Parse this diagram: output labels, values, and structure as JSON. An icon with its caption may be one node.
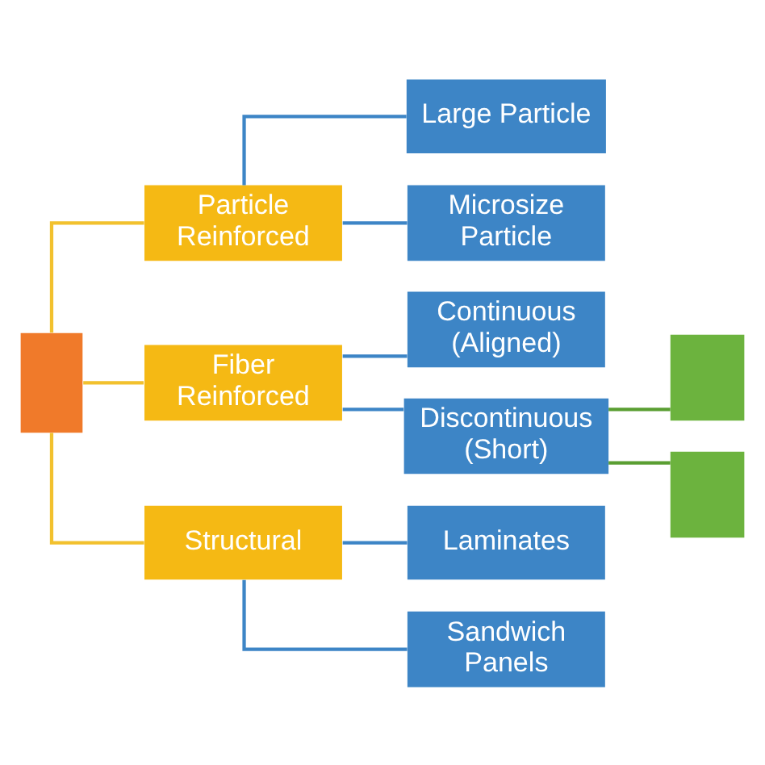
{
  "diagram": {
    "nodes": [
      {
        "text": [],
        "shape": "box"
      },
      {
        "text": [
          "Particle Reinforced"
        ]
      },
      {
        "text": [
          "Large Particle"
        ]
      },
      {
        "text": [
          "Microsize Particle"
        ]
      },
      {
        "text": [
          "Fiber Reinforced"
        ]
      },
      {
        "text": [
          "Continuous (Aligned)"
        ]
      },
      {
        "text": [
          "Discontinuous (Short)"
        ]
      },
      {
        "text": [],
        "shape": "box"
      },
      {
        "text": [],
        "shape": "box"
      },
      {
        "text": [
          "Structural"
        ]
      },
      {
        "text": [
          "Laminates"
        ]
      },
      {
        "text": [
          "Sandwich Panels"
        ]
      }
    ],
    "edges": [
      {
        "from": 0,
        "to": 1,
        "arrow": "none",
        "color": "#f2c12e"
      },
      {
        "from": 0,
        "to": 4,
        "arrow": "none",
        "color": "#f2c12e"
      },
      {
        "from": 0,
        "to": 9,
        "arrow": "none",
        "color": "#f2c12e"
      },
      {
        "from": 1,
        "to": 2,
        "arrow": "none"
      },
      {
        "from": 1,
        "to": 3,
        "arrow": "none"
      },
      {
        "from": 4,
        "to": 5,
        "arrow": "none"
      },
      {
        "from": 4,
        "to": 6,
        "arrow": "none"
      },
      {
        "from": 6,
        "to": 7,
        "arrow": "none",
        "color": "#5a9e32"
      },
      {
        "from": 6,
        "to": 8,
        "arrow": "none",
        "color": "#5a9e32"
      },
      {
        "from": 9,
        "to": 10,
        "arrow": "none"
      },
      {
        "from": 9,
        "to": 11,
        "arrow": "none"
      }
    ]
  }
}
